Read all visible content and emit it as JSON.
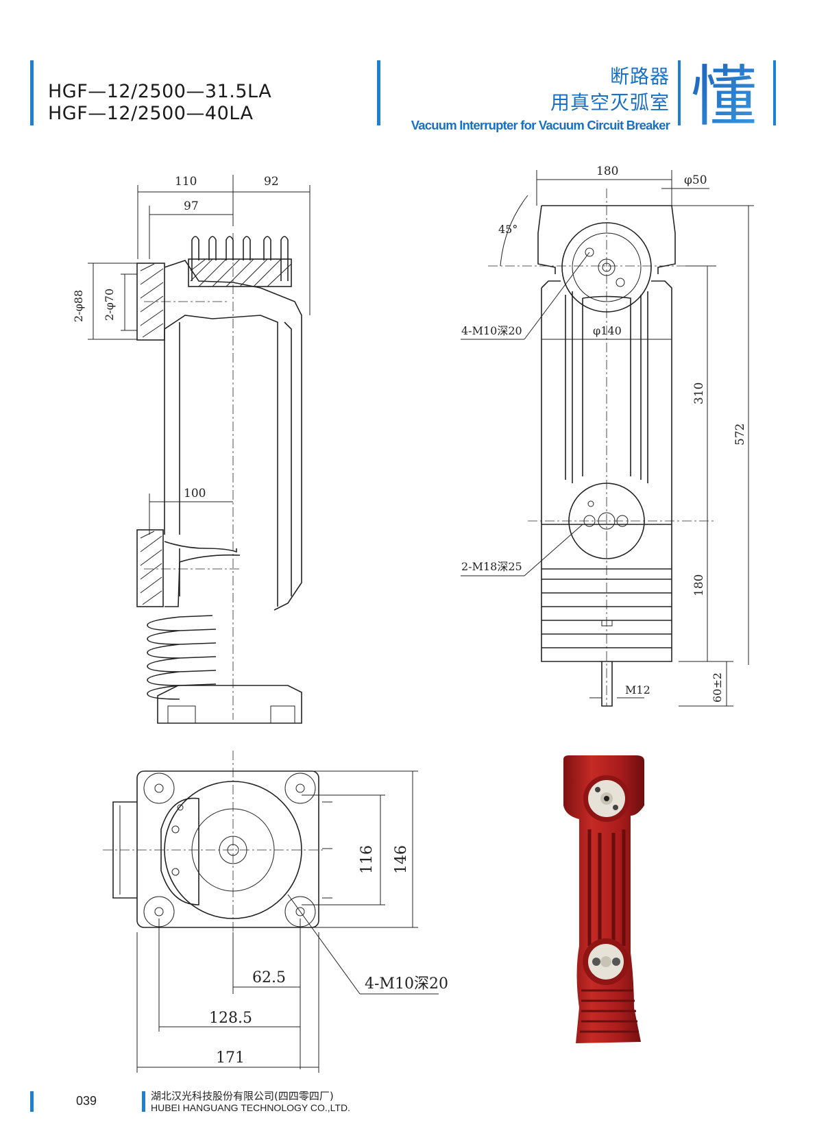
{
  "header": {
    "model_1": "HGF—12/2500—31.5LA",
    "model_2": "HGF—12/2500—40LA",
    "title_cn_1": "断路器",
    "title_cn_2": "用真空灭弧室",
    "title_en": "Vacuum Interrupter for Vacuum Circuit Breaker",
    "logo_char": "懂"
  },
  "drawing_side": {
    "dim_110": "110",
    "dim_92": "92",
    "dim_97": "97",
    "dim_2phi88": "2-φ88",
    "dim_2phi70": "2-φ70",
    "dim_100": "100"
  },
  "drawing_front": {
    "dim_180_top": "180",
    "dim_phi50": "φ50",
    "dim_45": "45°",
    "dim_m10": "4-M10深20",
    "dim_phi140": "φ140",
    "dim_310": "310",
    "dim_572": "572",
    "dim_m18": "2-M18深25",
    "dim_180_side": "180",
    "dim_m12": "M12",
    "dim_60": "60±2"
  },
  "drawing_bottom": {
    "dim_116": "116",
    "dim_146": "146",
    "dim_62_5": "62.5",
    "dim_128_5": "128.5",
    "dim_171": "171",
    "dim_m10": "4-M10深20"
  },
  "colors": {
    "accent_blue": "#1870c4",
    "product_red": "#b3201f"
  },
  "footer": {
    "page_number": "039",
    "company_cn": "湖北汉光科技股份有限公司(四四零四厂)",
    "company_en": "HUBEI HANGUANG TECHNOLOGY CO.,LTD."
  }
}
